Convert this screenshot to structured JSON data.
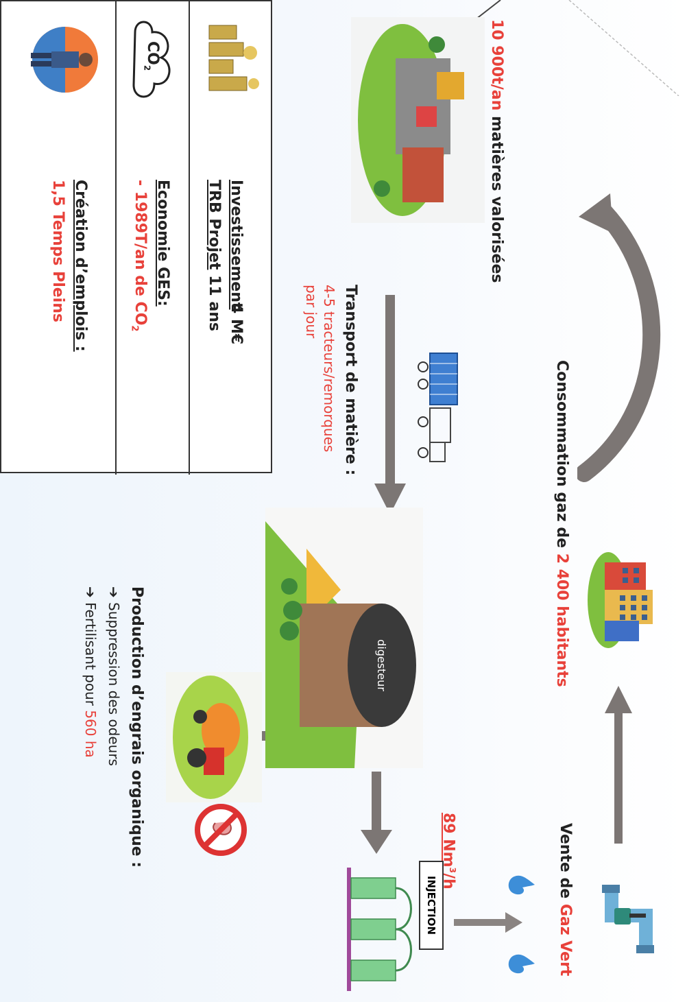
{
  "top": {
    "matieres_value": "10 900t/an",
    "matieres_text": "matières valorisées",
    "consommation_text": "Consommation gaz de",
    "consommation_value": "2 400 habitants"
  },
  "vente": {
    "prefix": "Vente de",
    "value": "Gaz Vert",
    "flow_value": "89 Nm",
    "flow_sup": "3",
    "flow_unit": "/h",
    "injection_label": "INJECTION"
  },
  "transport": {
    "title": "Transport de matière :",
    "detail_line1": "4-5 tracteurs/remorques",
    "detail_line2": "par jour"
  },
  "digesteur": {
    "label": "digesteur"
  },
  "engrais": {
    "title": "Production d’engrais organique :",
    "item1": "Suppression des odeurs",
    "item2_prefix": "Fertilisant pour",
    "item2_value": "560 ha"
  },
  "panel": {
    "invest_label": "Investissement",
    "invest_value": "4 M€",
    "trb_label": "TRB Projet",
    "trb_value": "11 ans",
    "ges_title": "Economie GES:",
    "ges_value": "- 1989T/an de CO",
    "ges_sub": "2",
    "emploi_title": "Création d’emplois :",
    "emploi_value": "1,5 Temps Pleins",
    "co2_cloud_text": "CO",
    "co2_cloud_sub": "2"
  },
  "colors": {
    "red": "#e8413a",
    "arrow": "#8a8482",
    "text": "#222222",
    "blue_flame": "#3d8ed8"
  },
  "icons": [
    "factory-icon",
    "truck-icon",
    "city-buildings-icon",
    "gas-pipe-icon",
    "flame-icon",
    "digester-icon",
    "tractor-icon",
    "no-odor-icon",
    "injection-station-icon",
    "co2-cloud-icon",
    "money-icon",
    "worker-icon"
  ]
}
